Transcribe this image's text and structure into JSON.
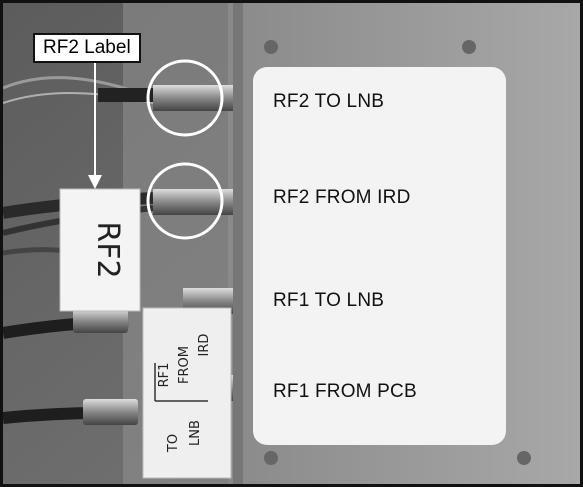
{
  "callout": {
    "label": "RF2 Label"
  },
  "panel_labels": [
    "RF2 TO LNB",
    "RF2 FROM IRD",
    "RF1 TO LNB",
    "RF1 FROM PCB"
  ],
  "cable_tag_text": "RF2",
  "small_tag": {
    "rf1": "RF1",
    "from": "FROM",
    "ird": "IRD",
    "to": "TO",
    "lnb": "LNB"
  }
}
